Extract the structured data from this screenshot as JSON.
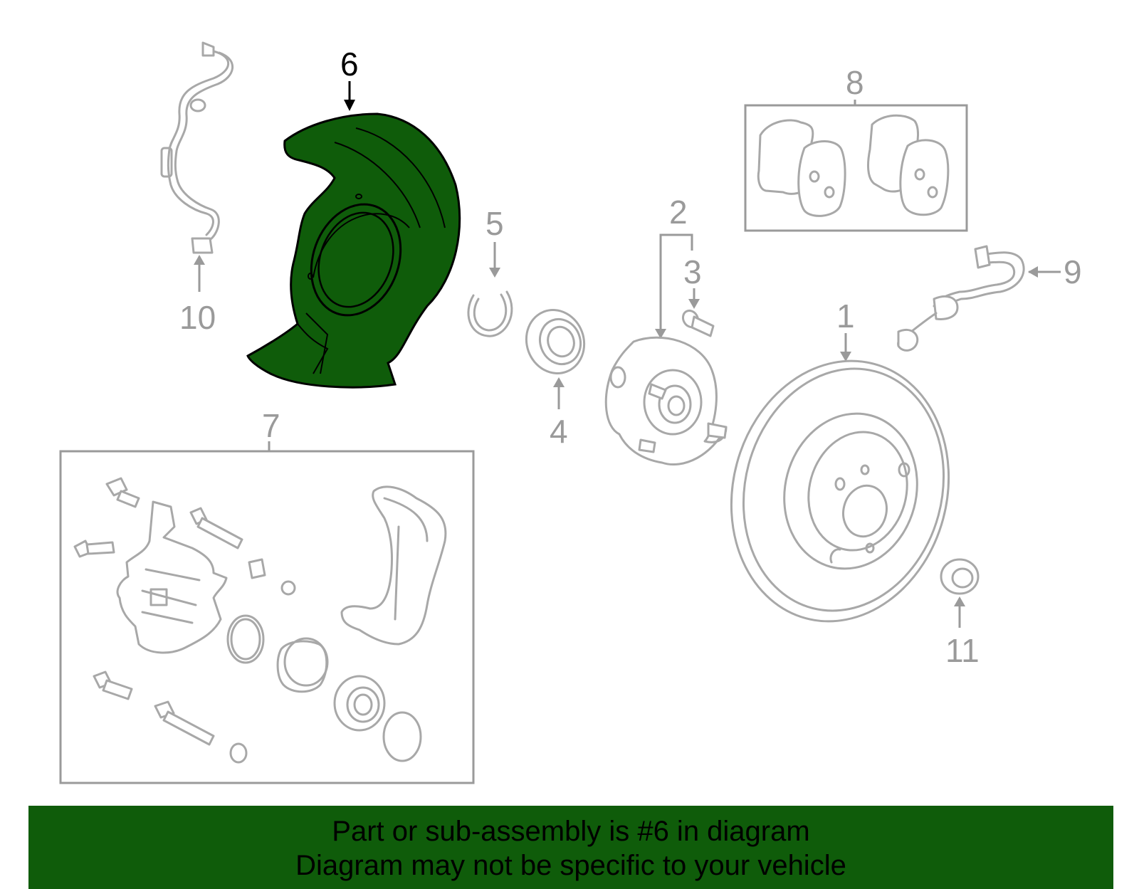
{
  "diagram": {
    "highlight_color": "#0f5c0a",
    "callouts": [
      {
        "id": "1",
        "label": "1"
      },
      {
        "id": "2",
        "label": "2"
      },
      {
        "id": "3",
        "label": "3"
      },
      {
        "id": "4",
        "label": "4"
      },
      {
        "id": "5",
        "label": "5"
      },
      {
        "id": "6",
        "label": "6"
      },
      {
        "id": "7",
        "label": "7"
      },
      {
        "id": "8",
        "label": "8"
      },
      {
        "id": "9",
        "label": "9"
      },
      {
        "id": "10",
        "label": "10"
      },
      {
        "id": "11",
        "label": "11"
      }
    ]
  },
  "banner": {
    "line1": "Part or sub-assembly is #6 in diagram",
    "line2": "Diagram may not be specific to your vehicle",
    "background": "#0f5c0a"
  }
}
